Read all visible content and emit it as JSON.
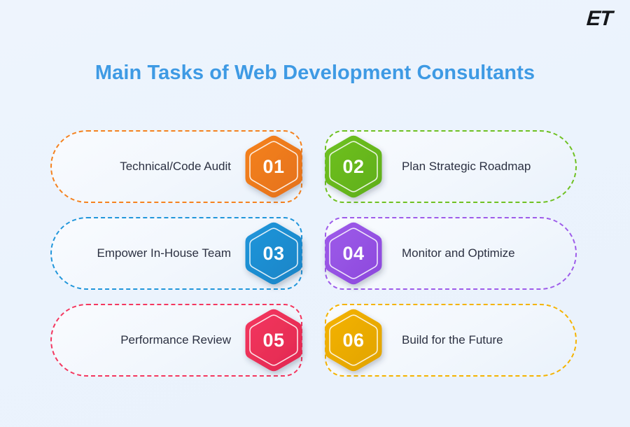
{
  "brand": {
    "logo_text": "ET"
  },
  "header": {
    "title": "Main Tasks of Web Development Consultants",
    "title_color": "#3e9ae4"
  },
  "background": {
    "color": "#ecf3fd"
  },
  "cards": [
    {
      "number": "01",
      "label": "Technical/Code Audit",
      "color": "#f5821f",
      "color_dark": "#e4711a",
      "number_side": "right"
    },
    {
      "number": "02",
      "label": "Plan Strategic Roadmap",
      "color": "#6fc122",
      "color_dark": "#5fae18",
      "number_side": "left"
    },
    {
      "number": "03",
      "label": "Empower In-House Team",
      "color": "#2196db",
      "color_dark": "#1a84c6",
      "number_side": "right"
    },
    {
      "number": "04",
      "label": "Monitor and Optimize",
      "color": "#9e5cea",
      "color_dark": "#8c48dc",
      "number_side": "left"
    },
    {
      "number": "05",
      "label": "Performance Review",
      "color": "#f4375f",
      "color_dark": "#e12850",
      "number_side": "right"
    },
    {
      "number": "06",
      "label": "Build for the Future",
      "color": "#f5b300",
      "color_dark": "#e0a300",
      "number_side": "left"
    }
  ]
}
